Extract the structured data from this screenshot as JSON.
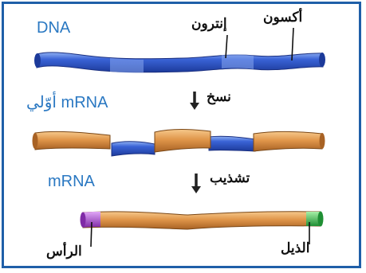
{
  "labels": {
    "dna": "DNA",
    "intron": "إنترون",
    "exon": "أكسون",
    "pre_mrna": "mRNA أوّلي",
    "transcription": "نسخ",
    "mrna": "mRNA",
    "splicing": "تشذيب",
    "cap": "الرأس",
    "tail": "الذيل"
  },
  "colors": {
    "dna_blue": "#2f55c9",
    "exon_orange": "#e39a4e",
    "cap_purple": "#a63ecf",
    "tail_green": "#2fb34a",
    "frame_blue": "#1f5fa8"
  }
}
